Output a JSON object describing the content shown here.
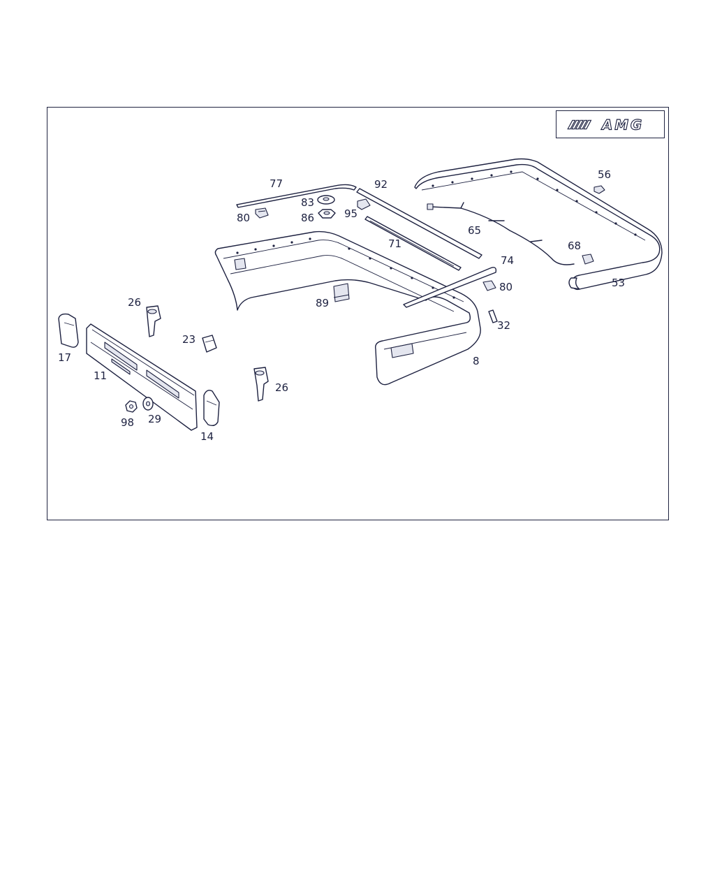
{
  "diagram": {
    "logo_text": "AMG",
    "accent_color": "#1d2140",
    "callouts": [
      {
        "id": "c77",
        "text": "77"
      },
      {
        "id": "c92",
        "text": "92"
      },
      {
        "id": "c80a",
        "text": "80"
      },
      {
        "id": "c83",
        "text": "83"
      },
      {
        "id": "c86",
        "text": "86"
      },
      {
        "id": "c95",
        "text": "95"
      },
      {
        "id": "c56",
        "text": "56"
      },
      {
        "id": "c65",
        "text": "65"
      },
      {
        "id": "c71",
        "text": "71"
      },
      {
        "id": "c68",
        "text": "68"
      },
      {
        "id": "c74",
        "text": "74"
      },
      {
        "id": "c80b",
        "text": "80"
      },
      {
        "id": "c53",
        "text": "53"
      },
      {
        "id": "c26a",
        "text": "26"
      },
      {
        "id": "c89",
        "text": "89"
      },
      {
        "id": "c32",
        "text": "32"
      },
      {
        "id": "c23",
        "text": "23"
      },
      {
        "id": "c17",
        "text": "17"
      },
      {
        "id": "c11",
        "text": "11"
      },
      {
        "id": "c8",
        "text": "8"
      },
      {
        "id": "c26b",
        "text": "26"
      },
      {
        "id": "c98",
        "text": "98"
      },
      {
        "id": "c29",
        "text": "29"
      },
      {
        "id": "c14",
        "text": "14"
      }
    ]
  }
}
